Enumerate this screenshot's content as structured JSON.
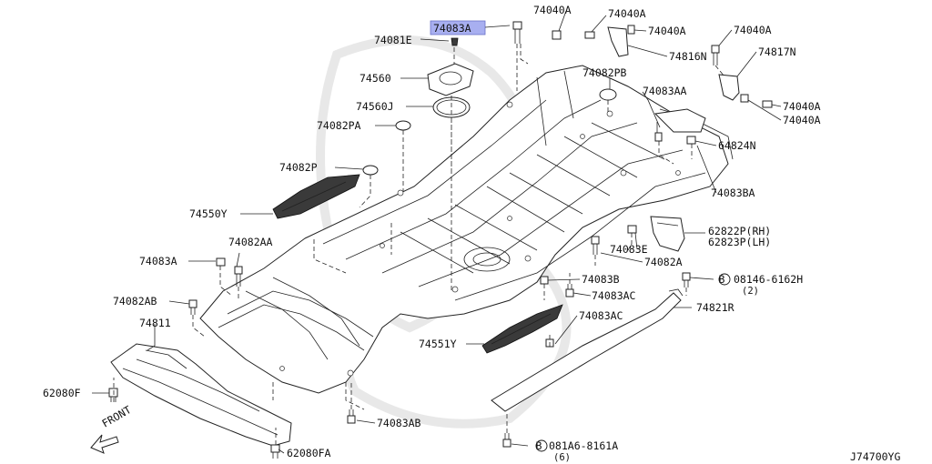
{
  "diagram_code": "J74700YG",
  "front_label": "FRONT",
  "highlight_color": "#a8aff0",
  "labels": {
    "p74083A_top": "74083A",
    "p74081E": "74081E",
    "p74560": "74560",
    "p74560J": "74560J",
    "p74082PA": "74082PA",
    "p74082P": "74082P",
    "p74550Y": "74550Y",
    "p74082AA": "74082AA",
    "p74083A_left": "74083A",
    "p74082AB": "74082AB",
    "p74811": "74811",
    "p62080F": "62080F",
    "p62080FA": "62080FA",
    "p74083AB": "74083AB",
    "p081A6": "081A6-8161A",
    "p081A6_qty": "(6)",
    "p74551Y": "74551Y",
    "p74083AC_1": "74083AC",
    "p74083AC_2": "74083AC",
    "p74083B": "74083B",
    "p74082A": "74082A",
    "p74083E": "74083E",
    "p62822P": "62822P(RH)",
    "p62823P": "62823P(LH)",
    "p08146": "08146-6162H",
    "p08146_qty": "(2)",
    "p74821R": "74821R",
    "p74083BA": "74083BA",
    "p64824N": "64824N",
    "p74083AA": "74083AA",
    "p74082PB": "74082PB",
    "p74816N": "74816N",
    "p74040A_1": "74040A",
    "p74040A_2": "74040A",
    "p74040A_3": "74040A",
    "p74040A_4": "74040A",
    "p74817N": "74817N",
    "p74040A_5": "74040A",
    "p74040A_6": "74040A",
    "bolt_marker": "B"
  }
}
